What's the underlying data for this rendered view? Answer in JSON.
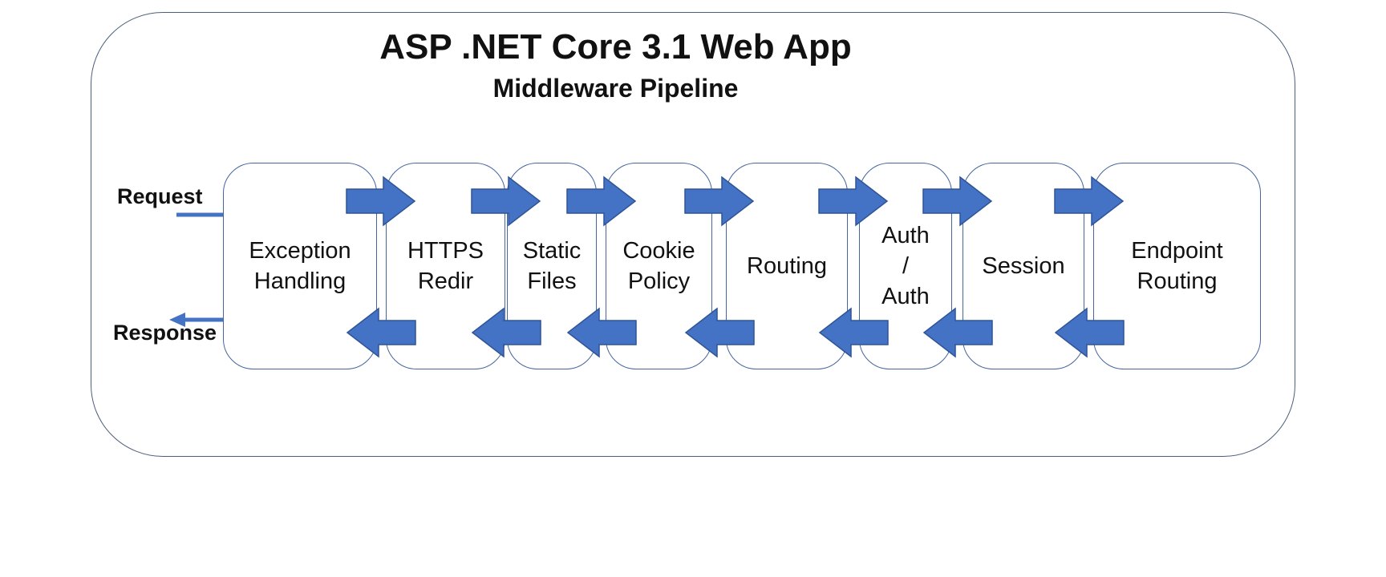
{
  "diagram": {
    "title": "ASP .NET Core 3.1 Web App",
    "subtitle": "Middleware Pipeline",
    "request_label": "Request",
    "response_label": "Response",
    "boxes": [
      {
        "label": "Exception\nHandling"
      },
      {
        "label": "HTTPS\nRedir"
      },
      {
        "label": "Static\nFiles"
      },
      {
        "label": "Cookie\nPolicy"
      },
      {
        "label": "Routing"
      },
      {
        "label": "Auth\n/\nAuth"
      },
      {
        "label": "Session"
      },
      {
        "label": "Endpoint\nRouting"
      }
    ],
    "flow": {
      "top_row_direction": "right",
      "bottom_row_direction": "left",
      "arrow_pairs_count": 7
    },
    "colors": {
      "arrow_fill": "#4472C4",
      "arrow_stroke": "#2F5496",
      "box_border": "#44659E",
      "frame_border": "#4B5E7E",
      "text": "#111111"
    }
  }
}
